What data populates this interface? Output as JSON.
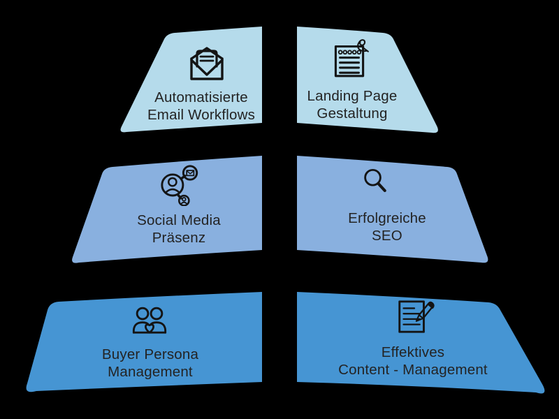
{
  "css_vars": {
    "bg": "#000000",
    "icon-color": "#141414",
    "text-color": "#232323"
  },
  "diagram": {
    "type": "split-funnel-infographic",
    "rows": 3,
    "columns": 2
  },
  "panels": [
    {
      "id": "email-workflows",
      "line1": "Automatisierte",
      "line2": "Email Workflows",
      "color": "#b5dbeb",
      "icon": "open-email-icon"
    },
    {
      "id": "landing-page",
      "line1": "Landing Page",
      "line2": "Gestaltung",
      "color": "#b5dbeb",
      "icon": "notepad-pin-icon"
    },
    {
      "id": "social-media",
      "line1": "Social Media",
      "line2": "Präsenz",
      "color": "#89b0df",
      "icon": "social-network-icon"
    },
    {
      "id": "seo",
      "line1": "Erfolgreiche",
      "line2": "SEO",
      "color": "#89b0df",
      "icon": "magnifier-icon"
    },
    {
      "id": "buyer-persona",
      "line1": "Buyer Persona",
      "line2": "Management",
      "color": "#4695d3",
      "icon": "people-heart-icon"
    },
    {
      "id": "content-management",
      "line1": "Effektives",
      "line2": "Content - Management",
      "color": "#4695d3",
      "icon": "document-pen-icon"
    }
  ]
}
